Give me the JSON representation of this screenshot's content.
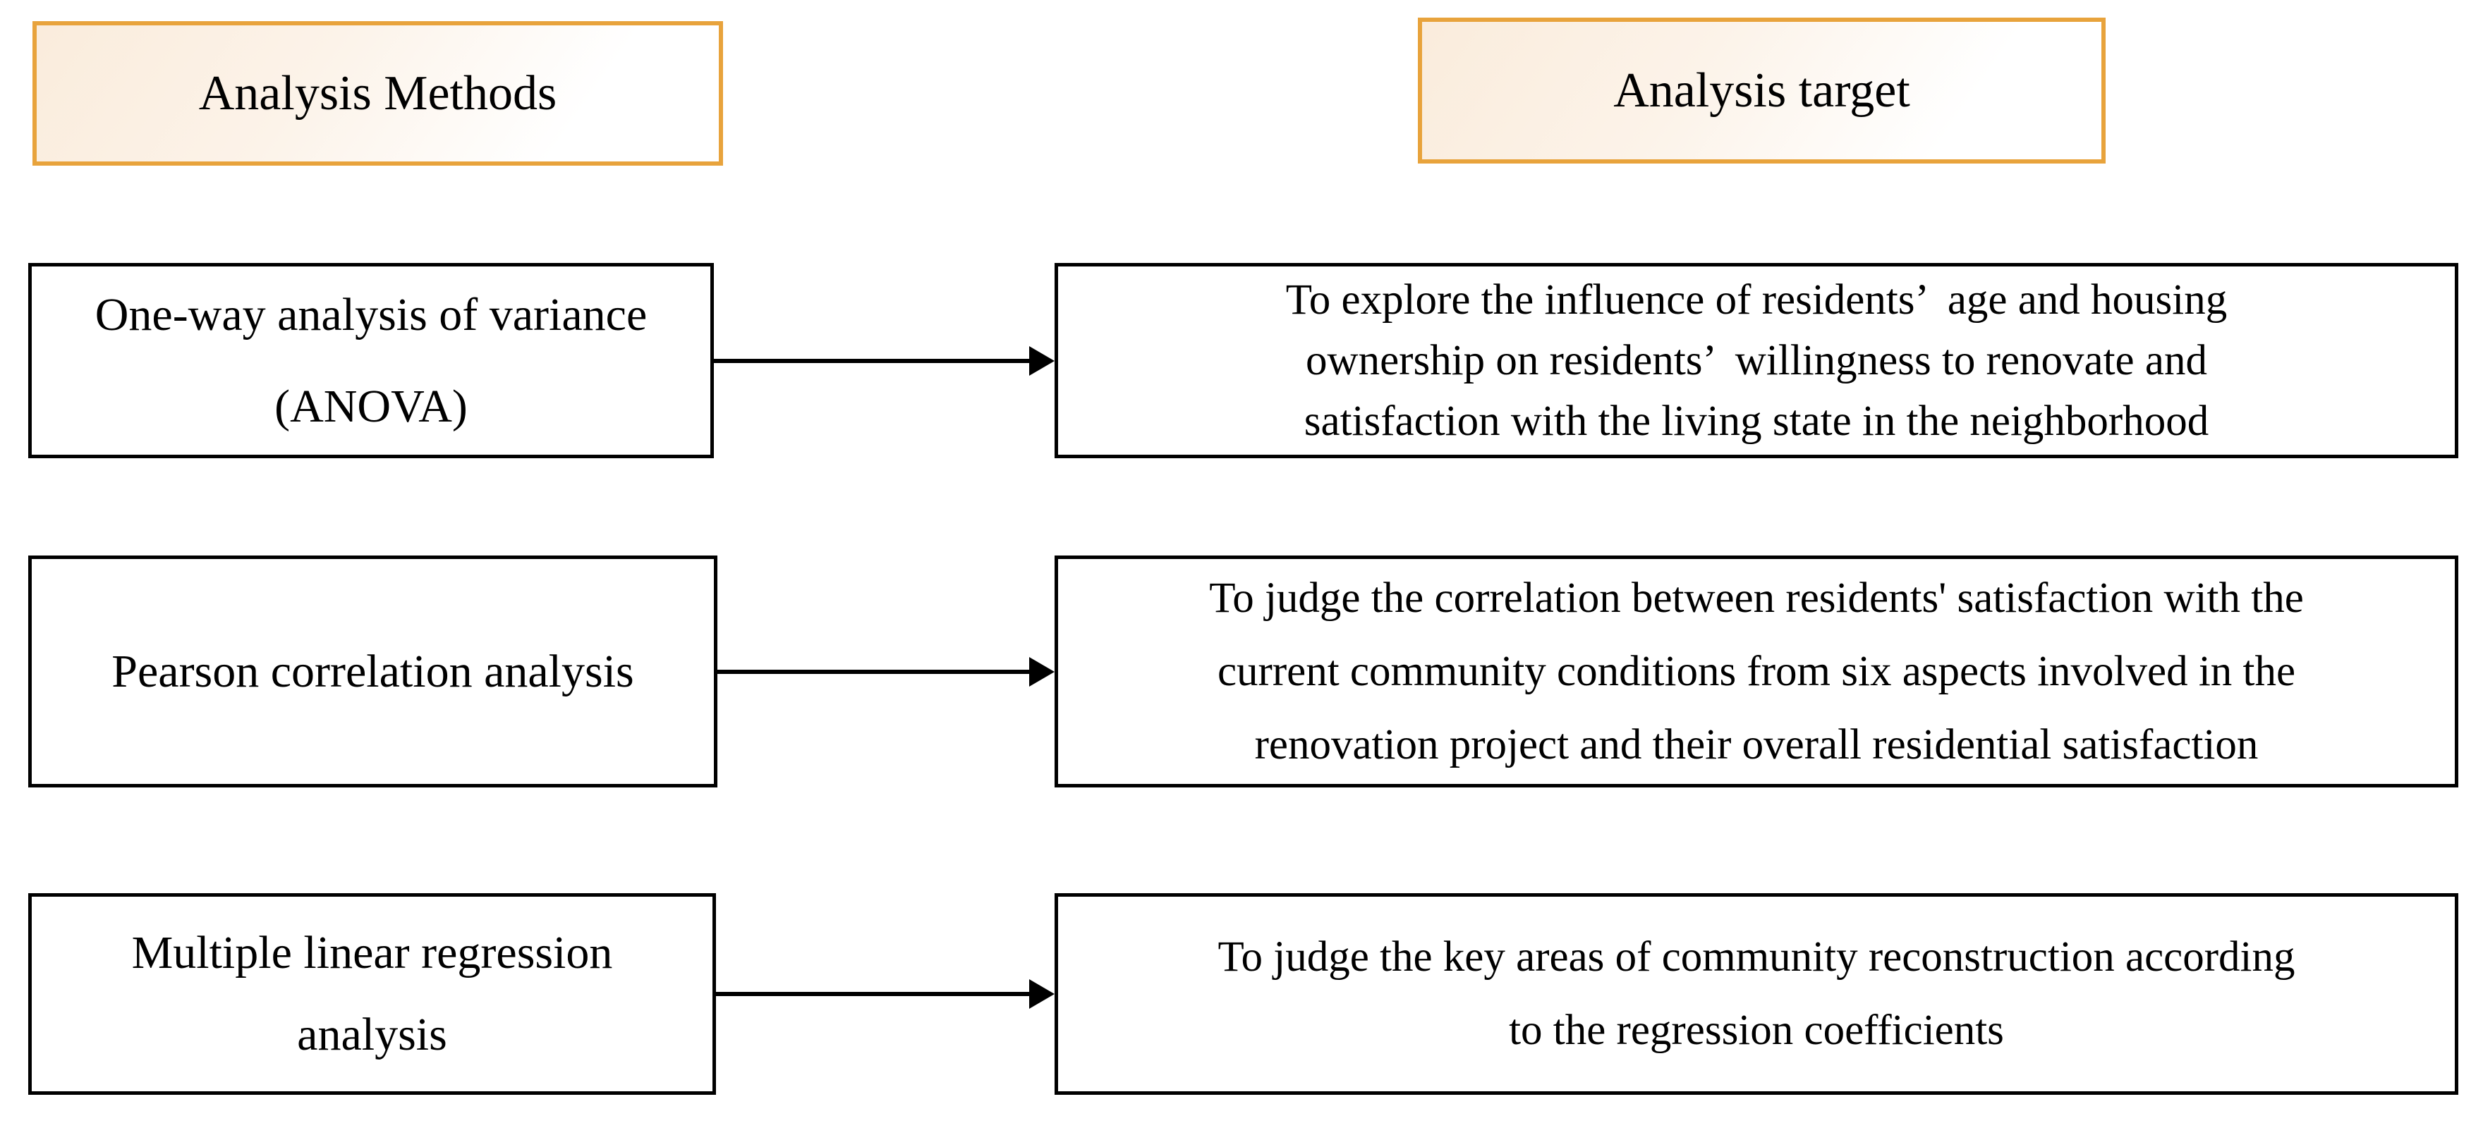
{
  "figure": {
    "type": "flowchart",
    "headers": {
      "methods": "Analysis Methods",
      "target": "Analysis target"
    },
    "rows": [
      {
        "method": {
          "lines": [
            "One-way analysis of variance",
            "(ANOVA)"
          ]
        },
        "target": {
          "lines": [
            "To explore the influence of residents’  age and housing",
            "ownership on residents’  willingness to renovate and",
            "satisfaction with the living state in the neighborhood"
          ]
        }
      },
      {
        "method": {
          "lines": [
            "Pearson correlation analysis"
          ]
        },
        "target": {
          "lines": [
            "To judge the correlation between residents' satisfaction with the",
            "current community conditions from six aspects involved in the",
            "renovation project and their overall residential satisfaction"
          ]
        }
      },
      {
        "method": {
          "lines": [
            "Multiple linear regression",
            "analysis"
          ]
        },
        "target": {
          "lines": [
            "To judge the key areas of community reconstruction according",
            "to the regression coefficients"
          ]
        }
      }
    ],
    "colors": {
      "header_border": "#E8A33C",
      "header_fill": "#FAECDC",
      "box_border": "#000000",
      "box_fill": "#FFFFFF",
      "arrow": "#000000",
      "text": "#000000"
    }
  }
}
